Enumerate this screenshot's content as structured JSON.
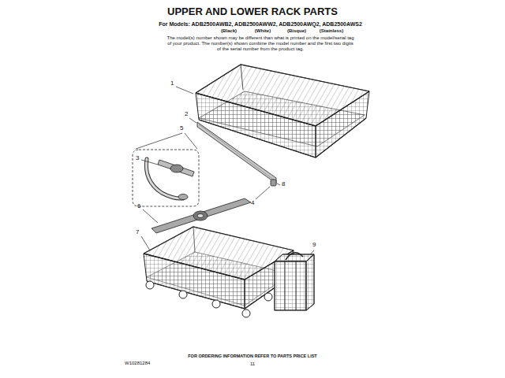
{
  "diagram": {
    "title": "UPPER AND LOWER RACK PARTS",
    "labels": [
      "For Models: ADB2500AWB2, ADB2500AWW2, ADB2500AWQ2, ADB2500AWS2",
      "(Black)",
      "(White)",
      "(Bisque)",
      "(Stainless)",
      "The model(s) number shown may be different than what is printed on the model/serial tag of your product. The number(s) shown combine the model number and the first two digits of the serial number from the product tag.",
      "1",
      "2",
      "5",
      "3",
      "8",
      "4",
      "6",
      "7",
      "9",
      "FOR ORDERING INFORMATION REFER TO PARTS PRICE LIST",
      "W10281284",
      "11"
    ]
  }
}
